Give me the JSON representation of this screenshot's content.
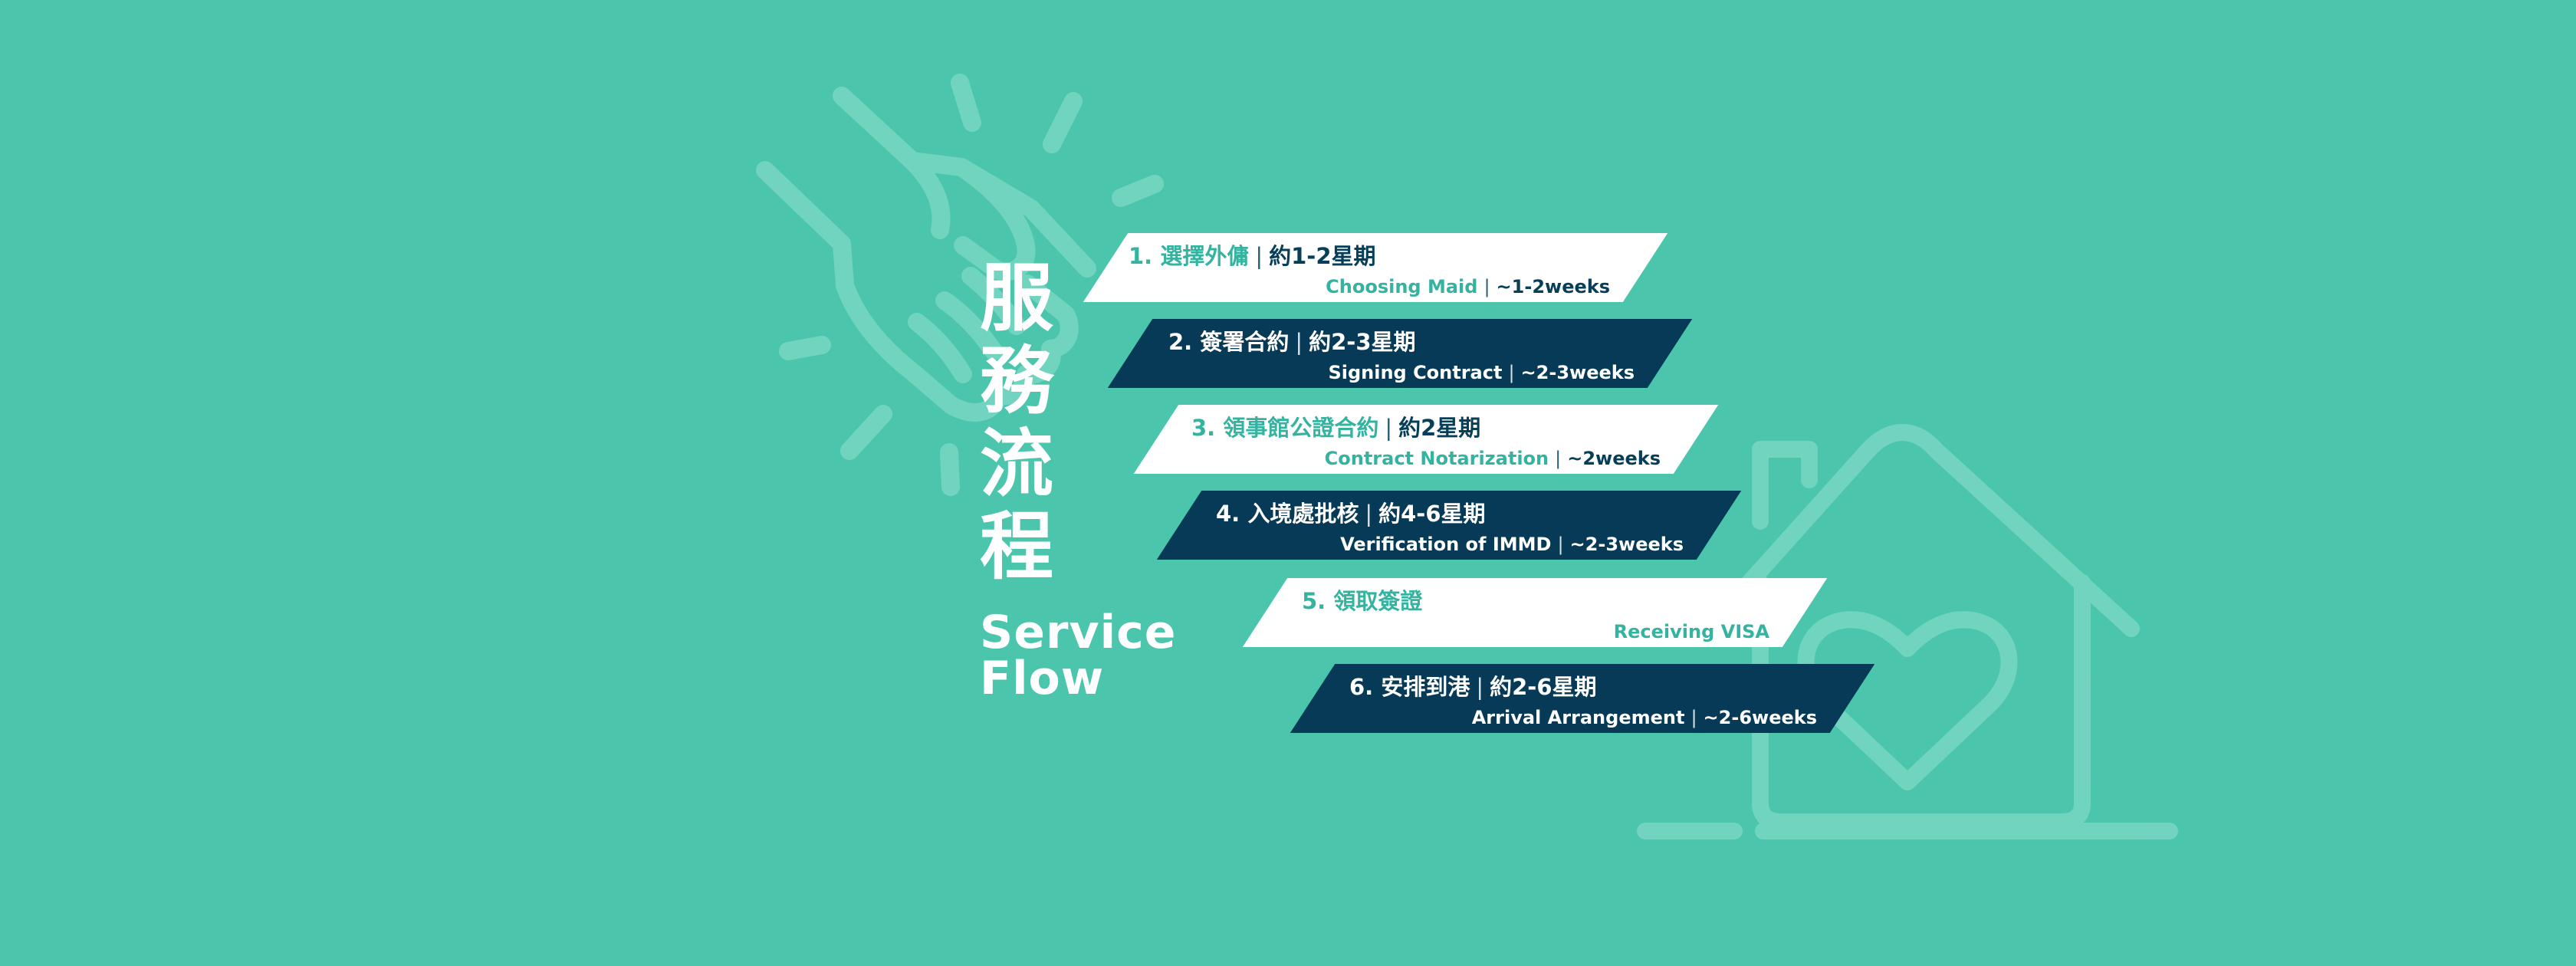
{
  "title": {
    "zh_chars": [
      "服",
      "務",
      "流",
      "程"
    ],
    "en_line1": "Service",
    "en_line2": "Flow"
  },
  "steps": [
    {
      "num": "1.",
      "zh_name": "選擇外傭",
      "zh_duration": "約1-2星期",
      "en_name": "Choosing Maid",
      "en_duration": "~1-2weeks",
      "style": "light"
    },
    {
      "num": "2.",
      "zh_name": "簽署合約",
      "zh_duration": "約2-3星期",
      "en_name": "Signing Contract",
      "en_duration": "~2-3weeks",
      "style": "dark"
    },
    {
      "num": "3.",
      "zh_name": "領事館公證合約",
      "zh_duration": "約2星期",
      "en_name": "Contract Notarization",
      "en_duration": "~2weeks",
      "style": "light"
    },
    {
      "num": "4.",
      "zh_name": "入境處批核",
      "zh_duration": "約4-6星期",
      "en_name": "Verification of IMMD",
      "en_duration": "~2-3weeks",
      "style": "dark"
    },
    {
      "num": "5.",
      "zh_name": "領取簽證",
      "zh_duration": "",
      "en_name": "Receiving VISA",
      "en_duration": "",
      "style": "light"
    },
    {
      "num": "6.",
      "zh_name": "安排到港",
      "zh_duration": "約2-6星期",
      "en_name": "Arrival Arrangement",
      "en_duration": "~2-6weeks",
      "style": "dark"
    }
  ],
  "separator": "|",
  "colors": {
    "background": "#4bc6ac",
    "dark_band": "#063a56",
    "light_band": "#ffffff",
    "accent_teal": "#34b3a0",
    "line_art": "#74d5c1"
  },
  "icons": [
    "handshake-line-icon",
    "house-heart-line-icon"
  ]
}
